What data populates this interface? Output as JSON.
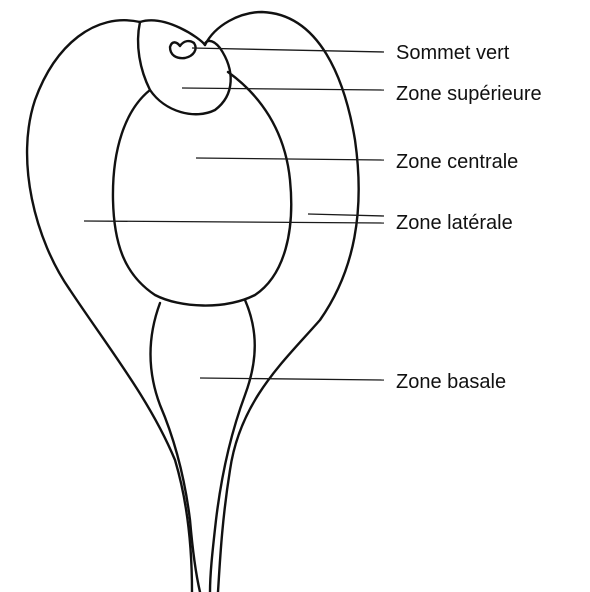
{
  "labels": {
    "sommet_vert": "Sommet vert",
    "zone_superieure": "Zone supérieure",
    "zone_centrale": "Zone centrale",
    "zone_laterale": "Zone latérale",
    "zone_basale": "Zone basale"
  },
  "colors": {
    "ink": "#111111",
    "background": "#ffffff"
  }
}
